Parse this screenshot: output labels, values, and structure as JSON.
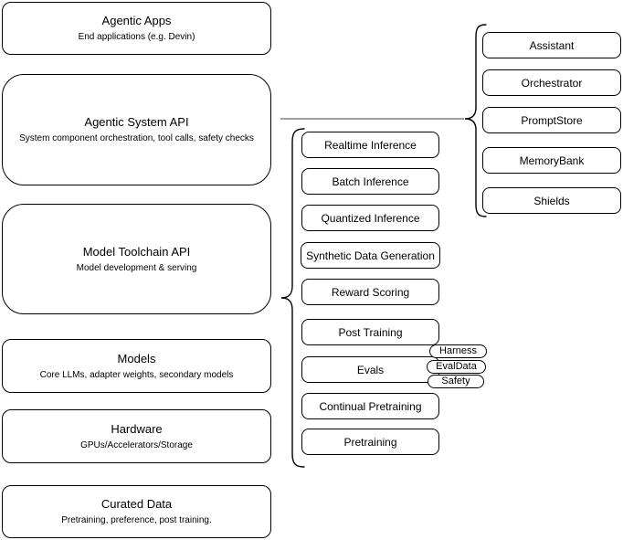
{
  "stack": [
    {
      "title": "Agentic Apps",
      "subtitle": "End applications (e.g. Devin)"
    },
    {
      "title": "Agentic System API",
      "subtitle": "System component orchestration, tool calls, safety checks"
    },
    {
      "title": "Model Toolchain API",
      "subtitle": "Model development & serving"
    },
    {
      "title": "Models",
      "subtitle": "Core LLMs, adapter weights, secondary models"
    },
    {
      "title": "Hardware",
      "subtitle": "GPUs/Accelerators/Storage"
    },
    {
      "title": "Curated Data",
      "subtitle": "Pretraining, preference, post training."
    }
  ],
  "toolchain": {
    "items": [
      "Realtime Inference",
      "Batch Inference",
      "Quantized Inference",
      "Synthetic Data Generation",
      "Reward Scoring",
      "Post Training",
      "Evals",
      "Continual Pretraining",
      "Pretraining"
    ],
    "eval_tags": [
      "Harness",
      "EvalData",
      "Safety"
    ]
  },
  "system_components": [
    "Assistant",
    "Orchestrator",
    "PromptStore",
    "MemoryBank",
    "Shields"
  ],
  "colors": {
    "stroke": "#000000",
    "connector": "#666666",
    "background": "#ffffff"
  }
}
